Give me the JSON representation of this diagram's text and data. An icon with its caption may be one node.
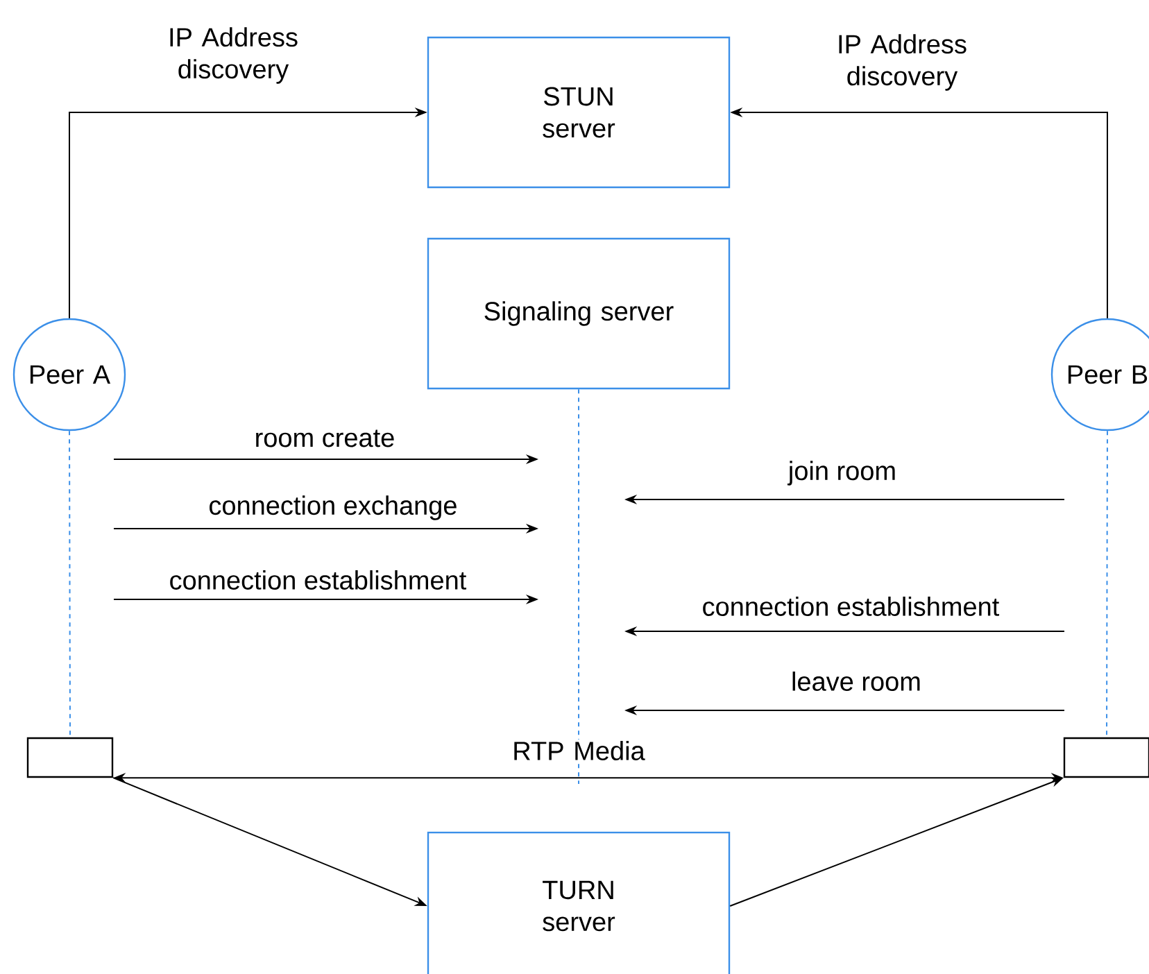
{
  "diagram": {
    "nodes": [
      {
        "text": [
          "STUN server"
        ]
      },
      {
        "text": [
          "Signaling server"
        ]
      },
      {
        "text": [
          "Peer A"
        ]
      },
      {
        "text": [
          "Peer B"
        ]
      },
      {
        "text": [],
        "shape": "box"
      },
      {
        "text": [],
        "shape": "box"
      },
      {
        "text": [
          "TURN server"
        ]
      }
    ],
    "edges": [
      {
        "from": 2,
        "to": 0,
        "arrow": "to",
        "label": "IP Address discovery"
      },
      {
        "from": 3,
        "to": 0,
        "arrow": "to",
        "label": "IP Address discovery"
      },
      {
        "from": 2,
        "to": 4,
        "arrow": "none",
        "style": "dashed",
        "color": "#3b8fe8"
      },
      {
        "from": 3,
        "to": 5,
        "arrow": "none",
        "style": "dashed",
        "color": "#3b8fe8"
      },
      {
        "from": 1,
        "to": null,
        "arrow": "none",
        "style": "dashed",
        "color": "#3b8fe8"
      },
      {
        "from": 4,
        "to": 5,
        "arrow": "both",
        "label": "RTP Media"
      },
      {
        "from": 4,
        "to": 6,
        "arrow": "to"
      },
      {
        "from": 6,
        "to": 5,
        "arrow": "to"
      }
    ],
    "labels": [
      "room create",
      "join room",
      "connection exchange",
      "connection establishment",
      "connection establishment",
      "leave room"
    ]
  }
}
